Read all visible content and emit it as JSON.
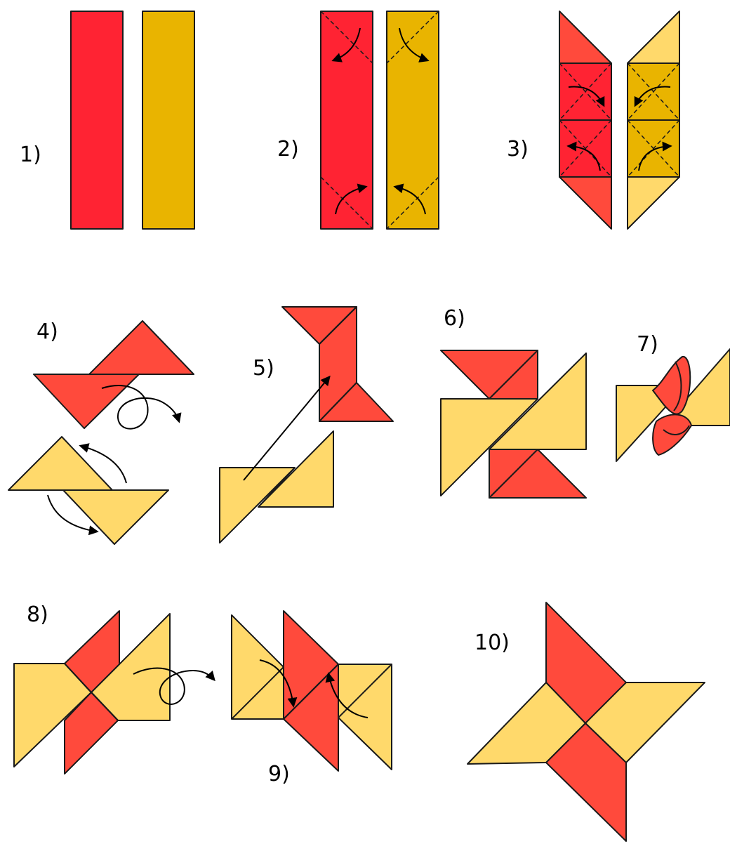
{
  "steps": [
    {
      "label": "1)"
    },
    {
      "label": "2)"
    },
    {
      "label": "3)"
    },
    {
      "label": "4)"
    },
    {
      "label": "5)"
    },
    {
      "label": "6)"
    },
    {
      "label": "7)"
    },
    {
      "label": "8)"
    },
    {
      "label": "9)"
    },
    {
      "label": "10)"
    }
  ],
  "colors": {
    "red_paper": "#ff2333",
    "red_fold": "#ff4a3c",
    "red_light": "#ff5a48",
    "yellow_paper": "#e9b400",
    "yellow_fold": "#ffd96b",
    "outline": "#1a1a1a",
    "arrow": "#000000",
    "background": "#ffffff"
  }
}
